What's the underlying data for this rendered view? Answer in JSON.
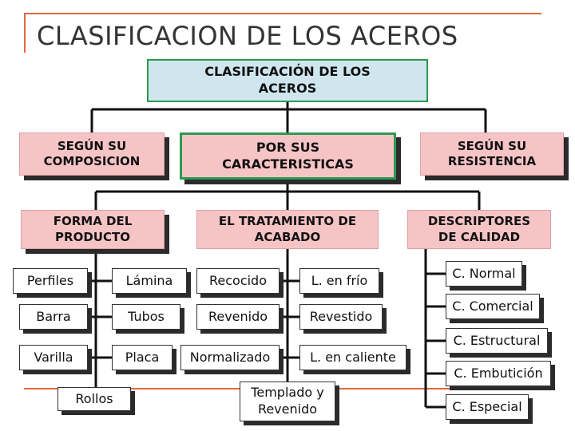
{
  "slide": {
    "title": "CLASIFICACION DE LOS ACEROS"
  },
  "diagram": {
    "root": "CLASIFICACIÓN DE LOS\nACEROS",
    "level1": {
      "composicion": "SEGÚN SU\nCOMPOSICION",
      "caracteristicas": "POR SUS\nCARACTERISTICAS",
      "resistencia": "SEGÚN SU\nRESISTENCIA"
    },
    "level2": {
      "producto": "FORMA DEL\nPRODUCTO",
      "tratamiento": "EL TRATAMIENTO DE\nACABADO",
      "calidad": "DESCRIPTORES\nDE CALIDAD"
    },
    "producto_items": [
      "Perfiles",
      "Lámina",
      "Barra",
      "Tubos",
      "Varilla",
      "Placa",
      "Rollos"
    ],
    "tratamiento_items": [
      "Recocido",
      "L. en frío",
      "Revenido",
      "Revestido",
      "Normalizado",
      "L. en caliente",
      "Templado y\nRevenido"
    ],
    "calidad_items": [
      "C. Normal",
      "C. Comercial",
      "C. Estructural",
      "C. Embutición",
      "C. Especial"
    ]
  }
}
